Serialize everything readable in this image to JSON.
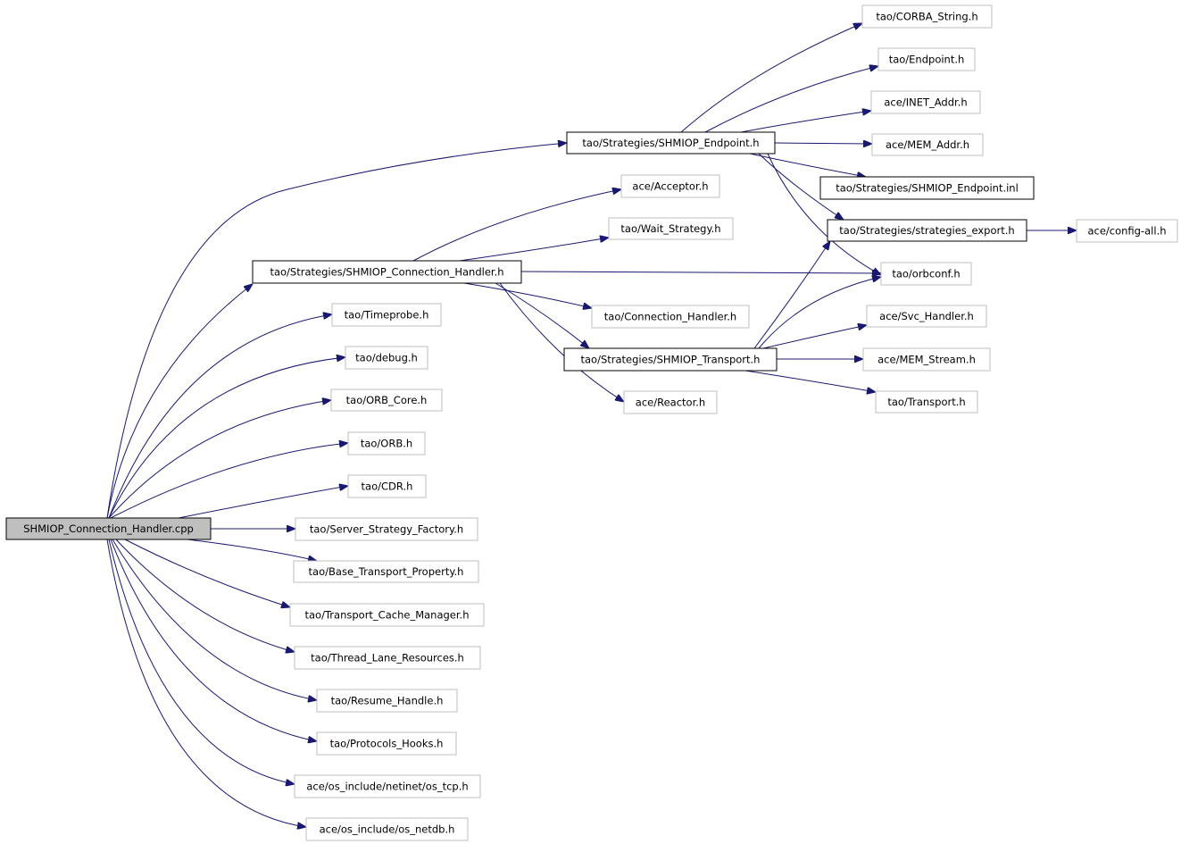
{
  "nodes": [
    {
      "id": "n_root",
      "label": "SHMIOP_Connection_Handler.cpp",
      "style": "root"
    },
    {
      "id": "n_sch",
      "label": "tao/Strategies/SHMIOP_Connection_Handler.h",
      "style": "doc"
    },
    {
      "id": "n_ep",
      "label": "tao/Strategies/SHMIOP_Endpoint.h",
      "style": "doc"
    },
    {
      "id": "n_tr",
      "label": "tao/Strategies/SHMIOP_Transport.h",
      "style": "doc"
    },
    {
      "id": "n_epinl",
      "label": "tao/Strategies/SHMIOP_Endpoint.inl",
      "style": "doc"
    },
    {
      "id": "n_sexp",
      "label": "tao/Strategies/strategies_export.h",
      "style": "doc"
    },
    {
      "id": "n_cstr",
      "label": "tao/CORBA_String.h",
      "style": "plain"
    },
    {
      "id": "n_endp",
      "label": "tao/Endpoint.h",
      "style": "plain"
    },
    {
      "id": "n_inet",
      "label": "ace/INET_Addr.h",
      "style": "plain"
    },
    {
      "id": "n_mema",
      "label": "ace/MEM_Addr.h",
      "style": "plain"
    },
    {
      "id": "n_acc",
      "label": "ace/Acceptor.h",
      "style": "plain"
    },
    {
      "id": "n_wait",
      "label": "tao/Wait_Strategy.h",
      "style": "plain"
    },
    {
      "id": "n_cfg",
      "label": "ace/config-all.h",
      "style": "plain"
    },
    {
      "id": "n_orbc",
      "label": "tao/orbconf.h",
      "style": "plain"
    },
    {
      "id": "n_tp",
      "label": "tao/Timeprobe.h",
      "style": "plain"
    },
    {
      "id": "n_conh",
      "label": "tao/Connection_Handler.h",
      "style": "plain"
    },
    {
      "id": "n_svc",
      "label": "ace/Svc_Handler.h",
      "style": "plain"
    },
    {
      "id": "n_dbg",
      "label": "tao/debug.h",
      "style": "plain"
    },
    {
      "id": "n_mems",
      "label": "ace/MEM_Stream.h",
      "style": "plain"
    },
    {
      "id": "n_orbcore",
      "label": "tao/ORB_Core.h",
      "style": "plain"
    },
    {
      "id": "n_react",
      "label": "ace/Reactor.h",
      "style": "plain"
    },
    {
      "id": "n_trans",
      "label": "tao/Transport.h",
      "style": "plain"
    },
    {
      "id": "n_orb",
      "label": "tao/ORB.h",
      "style": "plain"
    },
    {
      "id": "n_cdr",
      "label": "tao/CDR.h",
      "style": "plain"
    },
    {
      "id": "n_ssf",
      "label": "tao/Server_Strategy_Factory.h",
      "style": "plain"
    },
    {
      "id": "n_btp",
      "label": "tao/Base_Transport_Property.h",
      "style": "plain"
    },
    {
      "id": "n_tcm",
      "label": "tao/Transport_Cache_Manager.h",
      "style": "plain"
    },
    {
      "id": "n_tlr",
      "label": "tao/Thread_Lane_Resources.h",
      "style": "plain"
    },
    {
      "id": "n_rh",
      "label": "tao/Resume_Handle.h",
      "style": "plain"
    },
    {
      "id": "n_ph",
      "label": "tao/Protocols_Hooks.h",
      "style": "plain"
    },
    {
      "id": "n_tcp",
      "label": "ace/os_include/netinet/os_tcp.h",
      "style": "plain"
    },
    {
      "id": "n_netdb",
      "label": "ace/os_include/os_netdb.h",
      "style": "plain"
    }
  ],
  "edges": [
    [
      "n_root",
      "n_sch"
    ],
    [
      "n_root",
      "n_ep"
    ],
    [
      "n_root",
      "n_tp"
    ],
    [
      "n_root",
      "n_dbg"
    ],
    [
      "n_root",
      "n_orbcore"
    ],
    [
      "n_root",
      "n_orb"
    ],
    [
      "n_root",
      "n_cdr"
    ],
    [
      "n_root",
      "n_ssf"
    ],
    [
      "n_root",
      "n_btp"
    ],
    [
      "n_root",
      "n_tcm"
    ],
    [
      "n_root",
      "n_tlr"
    ],
    [
      "n_root",
      "n_rh"
    ],
    [
      "n_root",
      "n_ph"
    ],
    [
      "n_root",
      "n_tcp"
    ],
    [
      "n_root",
      "n_netdb"
    ],
    [
      "n_sch",
      "n_acc"
    ],
    [
      "n_sch",
      "n_wait"
    ],
    [
      "n_sch",
      "n_orbc"
    ],
    [
      "n_sch",
      "n_conh"
    ],
    [
      "n_sch",
      "n_tr"
    ],
    [
      "n_sch",
      "n_react"
    ],
    [
      "n_ep",
      "n_cstr"
    ],
    [
      "n_ep",
      "n_endp"
    ],
    [
      "n_ep",
      "n_inet"
    ],
    [
      "n_ep",
      "n_mema"
    ],
    [
      "n_ep",
      "n_epinl"
    ],
    [
      "n_ep",
      "n_sexp"
    ],
    [
      "n_ep",
      "n_orbc"
    ],
    [
      "n_tr",
      "n_sexp"
    ],
    [
      "n_tr",
      "n_orbc"
    ],
    [
      "n_tr",
      "n_svc"
    ],
    [
      "n_tr",
      "n_mems"
    ],
    [
      "n_tr",
      "n_trans"
    ],
    [
      "n_sexp",
      "n_cfg"
    ]
  ]
}
